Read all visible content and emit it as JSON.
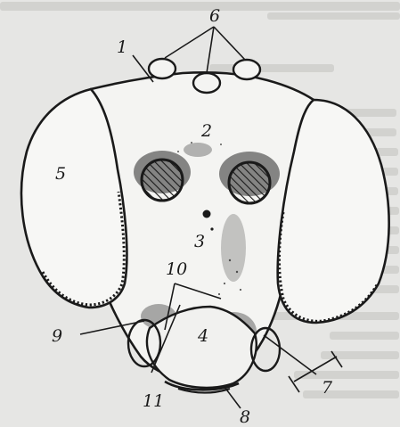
{
  "figure": {
    "labels": {
      "l1": "1",
      "l2": "2",
      "l3": "3",
      "l4": "4",
      "l5": "5",
      "l6": "6",
      "l7": "7",
      "l8": "8",
      "l9": "9",
      "l10": "10",
      "l11": "11"
    }
  },
  "colors": {
    "background": "#e6e6e4",
    "ink": "#1a1a1a",
    "show_through_text": "#cfcfcc"
  }
}
